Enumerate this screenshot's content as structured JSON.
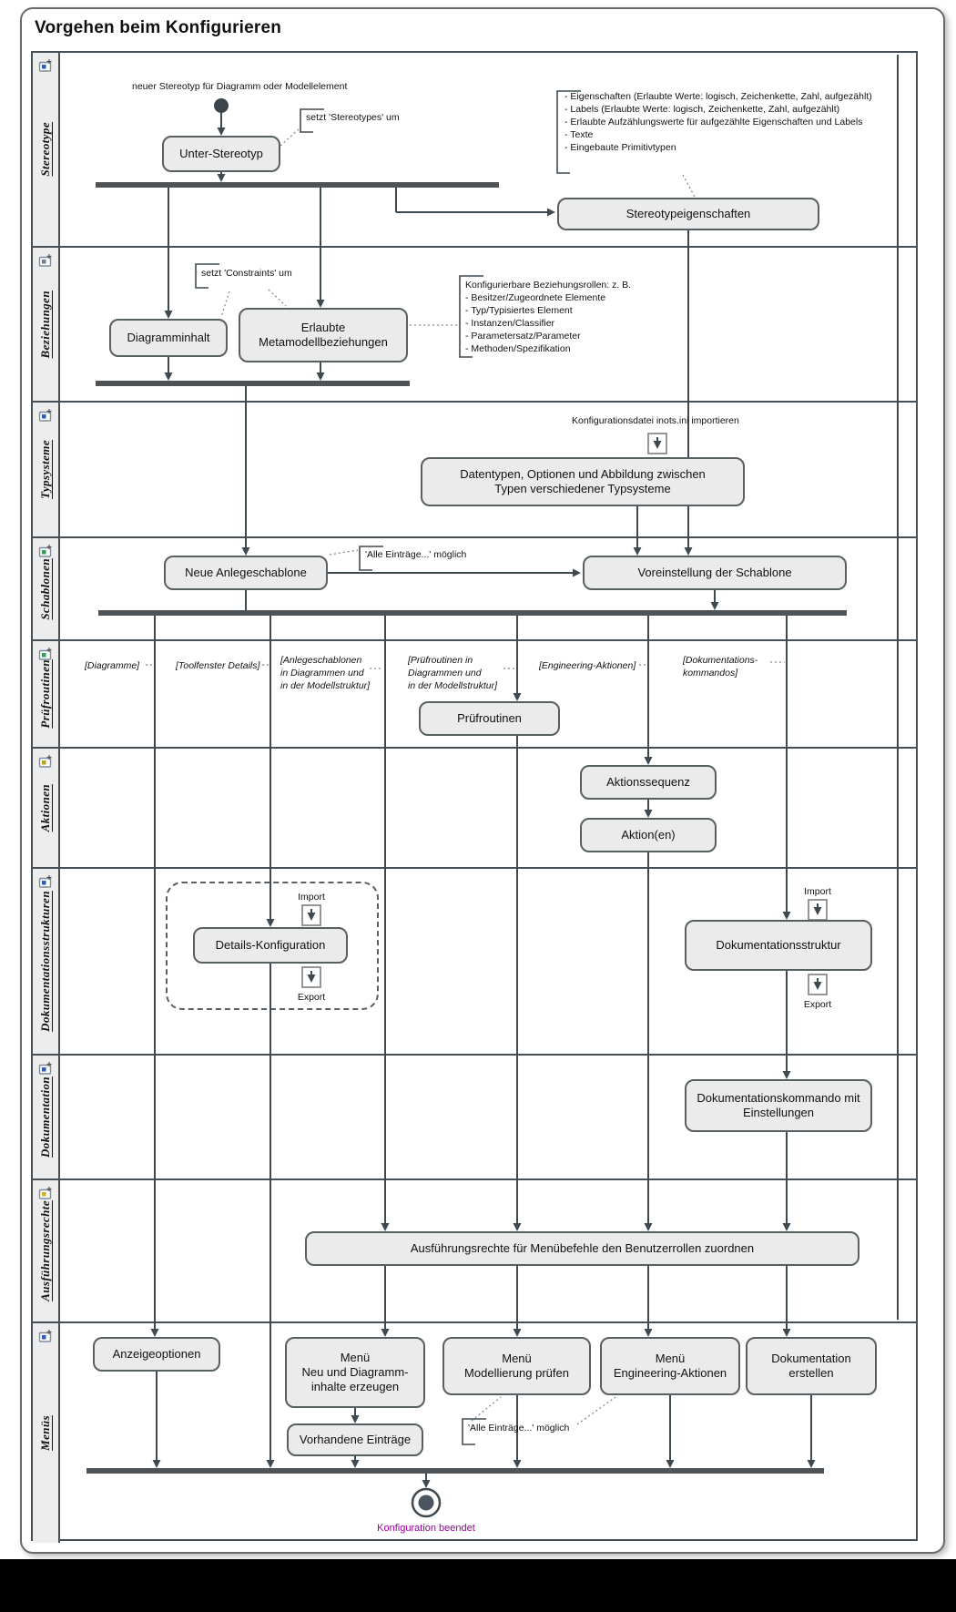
{
  "title": "Vorgehen beim Konfigurieren",
  "lanes": [
    {
      "label": "Stereotype",
      "icon_accent": "#2e5cb8"
    },
    {
      "label": "Beziehungen",
      "icon_accent": "#6b7f99"
    },
    {
      "label": "Typsysteme",
      "icon_accent": "#2e5cb8"
    },
    {
      "label": "Schablonen",
      "icon_accent": "#2fa05a"
    },
    {
      "label": "Prüfroutinen",
      "icon_accent": "#2fa05a"
    },
    {
      "label": "Aktionen",
      "icon_accent": "#b7a51f"
    },
    {
      "label": "Dokumentationsstrukturen",
      "icon_accent": "#2e5cb8"
    },
    {
      "label": "Dokumentation",
      "icon_accent": "#2e5cb8"
    },
    {
      "label": "Ausführungsrechte",
      "icon_accent": "#d4af1e"
    },
    {
      "label": "Menüs",
      "icon_accent": "#2e5cb8"
    }
  ],
  "nodes": {
    "start_label": "neuer Stereotyp für Diagramm oder Modellelement",
    "unter_stereotyp": "Unter-Stereotyp",
    "stereotypeigenschaften": "Stereotypeigenschaften",
    "diagramminhalt": "Diagramminhalt",
    "erlaubte_metamodellbeziehungen": "Erlaubte\nMetamodellbeziehungen",
    "datentypen": "Datentypen, Optionen und Abbildung zwischen\nTypen verschiedener Typsysteme",
    "neue_anlegeschablone": "Neue Anlegeschablone",
    "voreinstellung": "Voreinstellung der Schablone",
    "pruefroutinen": "Prüfroutinen",
    "aktionssequenz": "Aktionssequenz",
    "aktionen": "Aktion(en)",
    "details_konfiguration": "Details-Konfiguration",
    "dokumentationsstruktur": "Dokumentationsstruktur",
    "dokumentationskommando": "Dokumentationskommando mit\nEinstellungen",
    "ausfuehrungsrechte": "Ausführungsrechte für Menübefehle den Benutzerrollen zuordnen",
    "anzeigeoptionen": "Anzeigeoptionen",
    "menu_neu": "Menü\nNeu und Diagramm-\ninhalte erzeugen",
    "menu_modellierung": "Menü\nModellierung prüfen",
    "menu_engineering": "Menü\nEngineering-Aktionen",
    "dokumentation_erstellen": "Dokumentation\nerstellen",
    "vorhandene_eintraege": "Vorhandene Einträge",
    "end_label": "Konfiguration beendet"
  },
  "notes": {
    "setzt_stereotypes": "setzt 'Stereotypes' um",
    "setzt_constraints": "setzt 'Constraints' um",
    "eigenschaften": "- Eigenschaften (Erlaubte Werte: logisch, Zeichenkette, Zahl, aufgezählt)\n- Labels (Erlaubte Werte: logisch, Zeichenkette, Zahl, aufgezählt)\n- Erlaubte Aufzählungswerte für aufgezählte Eigenschaften und Labels\n- Texte\n- Eingebaute Primitivtypen",
    "beziehungsrollen": "Konfigurierbare Beziehungsrollen: z. B.\n- Besitzer/Zugeordnete Elemente\n- Typ/Typisiertes Element\n- Instanzen/Classifier\n- Parametersatz/Parameter\n- Methoden/Spezifikation",
    "inots": "Konfigurationsdatei inots.ini importieren",
    "alle_eintraege_moeglich_1": "'Alle Einträge...' möglich",
    "alle_eintraege_moeglich_2": "'Alle Einträge...' möglich",
    "import": "Import",
    "export": "Export"
  },
  "guards": {
    "diagramme": "[Diagramme]",
    "toolfenster": "[Toolfenster Details]",
    "anlegeschablonen": "[Anlegeschablonen\nin Diagrammen und\nin der Modellstruktur]",
    "pruefroutinen": "[Prüfroutinen in\nDiagrammen und\nin der Modellstruktur]",
    "engineering": "[Engineering-Aktionen]",
    "dokumentation": "[Dokumentations-\nkommandos]"
  },
  "colors": {
    "box_fill": "#ebebeb",
    "box_border": "#585f63",
    "flow_line": "#3f4a50",
    "fork_bar": "#4d5357",
    "lane_strip_bg": "#ededed",
    "end_label_text": "#990099",
    "frame_border": "#6a6a6a"
  }
}
